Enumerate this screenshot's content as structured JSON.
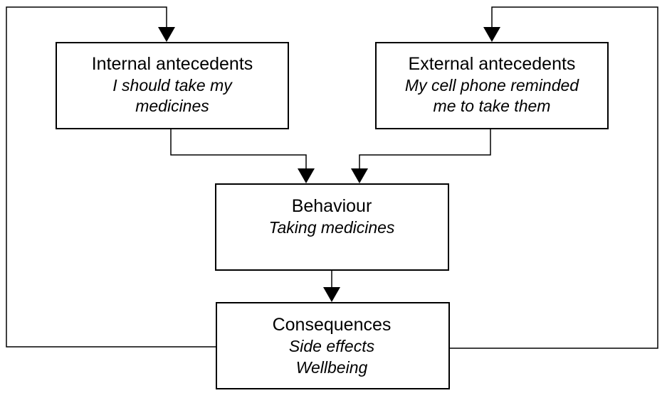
{
  "internal": {
    "title": "Internal antecedents",
    "line1": "I should take my",
    "line2": "medicines"
  },
  "external": {
    "title": "External antecedents",
    "line1": "My cell phone reminded",
    "line2": "me to take them"
  },
  "behaviour": {
    "title": "Behaviour",
    "line1": "Taking medicines"
  },
  "consequences": {
    "title": "Consequences",
    "line1": "Side effects",
    "line2": "Wellbeing"
  }
}
